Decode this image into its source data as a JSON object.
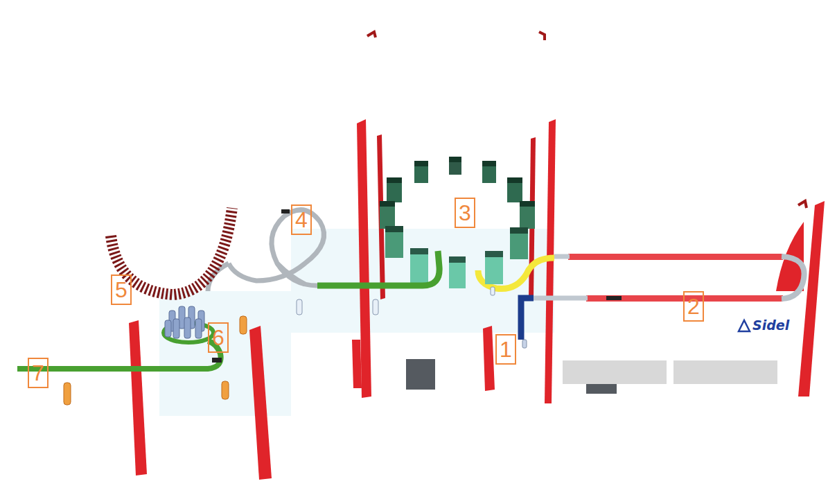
{
  "diagram": {
    "labels": [
      "1",
      "2",
      "3",
      "4",
      "5",
      "6",
      "7",
      "Sidel"
    ]
  }
}
